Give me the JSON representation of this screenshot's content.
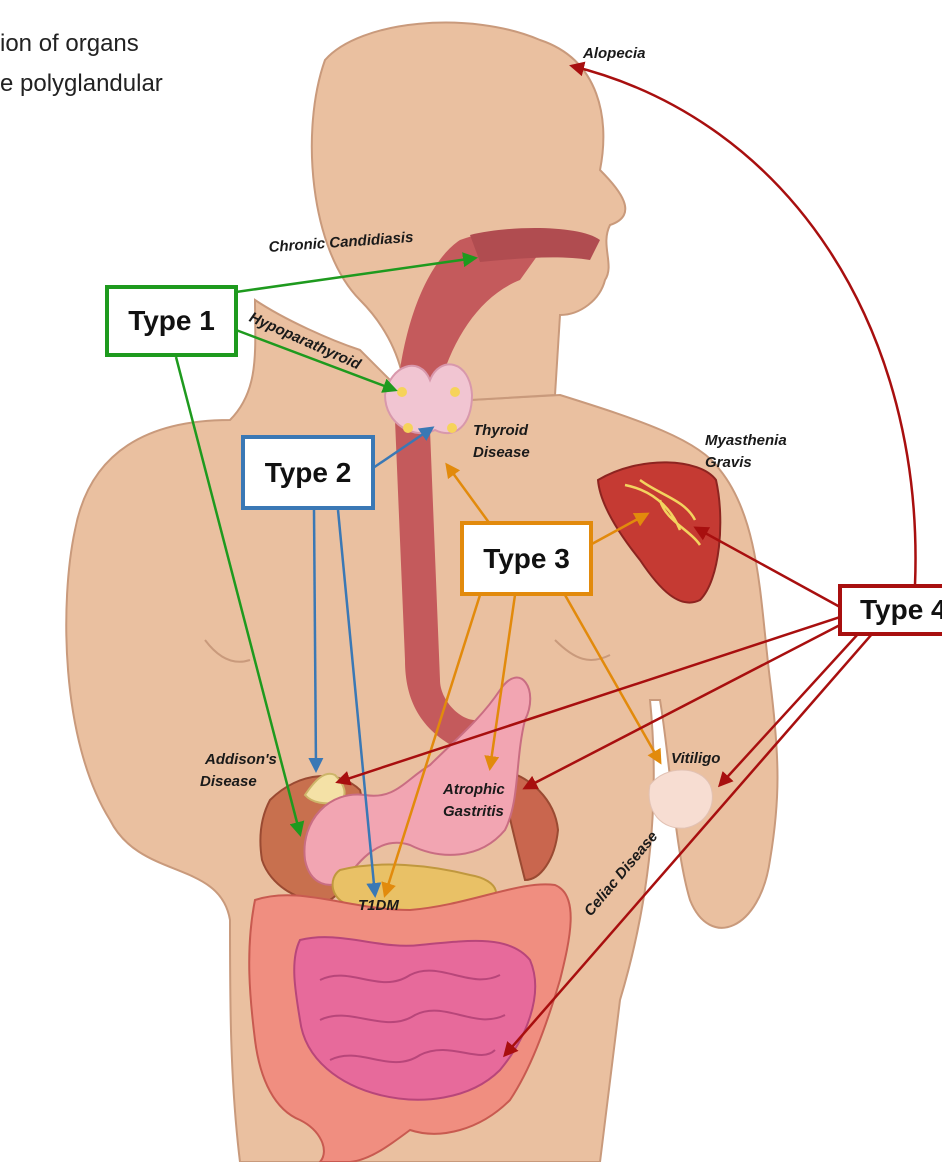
{
  "caption": {
    "line1": "ion of organs",
    "line2": "e polyglandular"
  },
  "types": {
    "type1": "Type 1",
    "type2": "Type 2",
    "type3": "Type 3",
    "type4": "Type 4"
  },
  "labels": {
    "alopecia": "Alopecia",
    "chronic_candidiasis": "Chronic Candidiasis",
    "hypoparathyroid": "Hypoparathyroid",
    "thyroid_1": "Thyroid",
    "thyroid_2": "Disease",
    "myasthenia_1": "Myasthenia",
    "myasthenia_2": "Gravis",
    "addison_1": "Addison's",
    "addison_2": "Disease",
    "atrophic_1": "Atrophic",
    "atrophic_2": "Gastritis",
    "vitiligo": "Vitiligo",
    "t1dm": "T1DM",
    "celiac": "Celiac Disease"
  },
  "colors": {
    "type1": "#1e9a1e",
    "type2": "#3a78b5",
    "type3": "#e28a0c",
    "type4": "#a80f0f",
    "skin": "#eac0a0",
    "skin_shade": "#d9a888"
  }
}
